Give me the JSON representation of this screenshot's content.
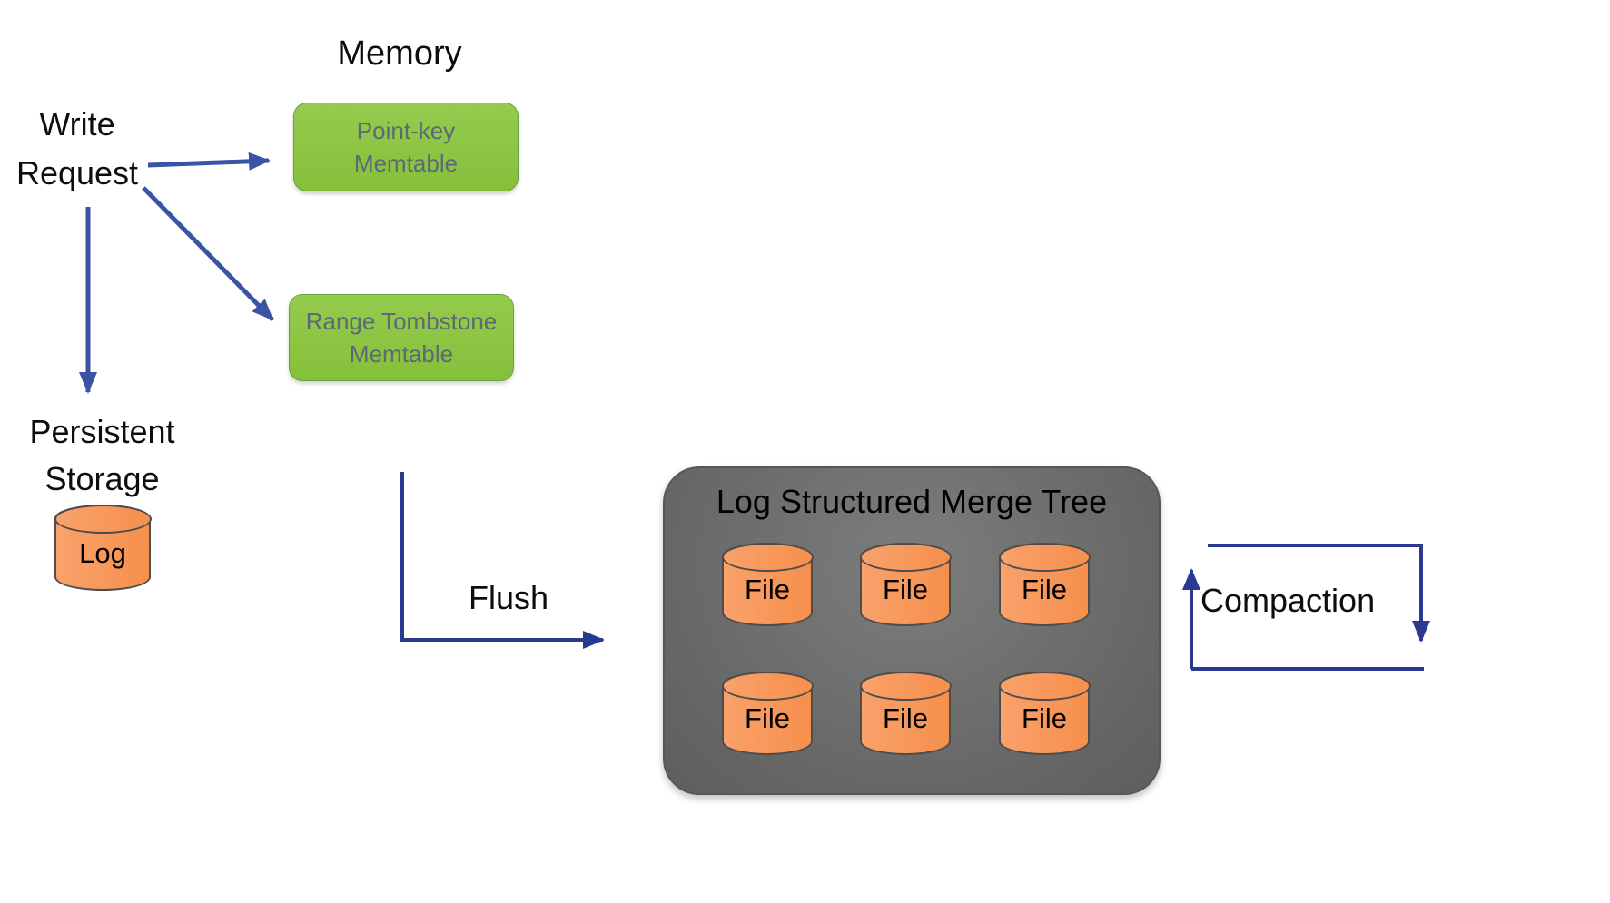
{
  "diagram": {
    "memory_label": "Memory",
    "write_request_label": "Write Request",
    "point_key_memtable_label": "Point-key Memtable",
    "range_tombstone_memtable_label": "Range Tombstone Memtable",
    "persistent_storage_label": "Persistent Storage",
    "log_label": "Log",
    "flush_label": "Flush",
    "lsm_title": "Log Structured Merge Tree",
    "files": [
      "File",
      "File",
      "File",
      "File",
      "File",
      "File"
    ],
    "compaction_label": "Compaction"
  },
  "colors": {
    "write_arrow": "#3a53a4",
    "flow_arrow": "#2b3990",
    "memtable_fill": "#8cc63f",
    "memtable_border": "#67a33c",
    "memtable_text": "#5b6a73",
    "cylinder_fill": "#f7975a",
    "cylinder_border": "#4d4d4d",
    "lsm_fill": "#6e6e6e",
    "text": "#0d0d0d"
  }
}
